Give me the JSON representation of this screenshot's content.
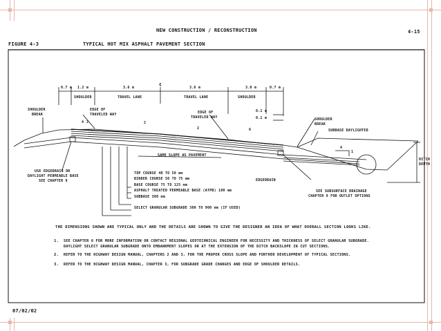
{
  "header": {
    "title": "NEW CONSTRUCTION / RECONSTRUCTION",
    "page_number": "4-15",
    "figure_label": "FIGURE  4-3",
    "figure_title": "TYPICAL HOT MIX ASPHALT  PAVEMENT SECTION"
  },
  "dimensions": {
    "d1": "0.7 m",
    "d2": "1.2 m",
    "d3": "3.6 m",
    "centerline": "¢",
    "d4": "3.6 m",
    "d5": "3.0 m",
    "d6": "0.7 m"
  },
  "lanes": {
    "shoulder_left": "SHOULDER",
    "travel_left": "TRAVEL LANE",
    "travel_right": "TRAVEL LANE",
    "shoulder_right": "SHOULDER"
  },
  "callouts": {
    "shoulder_break_left_1": "SHOULDER",
    "shoulder_break_left_2": "BREAK",
    "edge_traveled_left_1": "EDGE OF",
    "edge_traveled_left_2": "TRAVELED WAY",
    "edge_traveled_right_1": "EDGE OF",
    "edge_traveled_right_2": "TRAVELED WAY",
    "d_01_top": "0.1 m",
    "d_01_bot": "0.1 m",
    "shoulder_break_right_1": "SHOULDER",
    "shoulder_break_right_2": "BREAK",
    "subbase_daylighted": "SUBBASE DAYLIGHTED",
    "ditch_depth_1": "DITCH",
    "ditch_depth_2": "DEPTH",
    "same_slope": "SAME SLOPE AS PAVEMENT",
    "use_edgedrain_1": "USE EDGEDRAIN OR",
    "use_edgedrain_2": "DAYLIGHT PERMEABLE BASE",
    "use_edgedrain_3": "SEE CHAPTER 9",
    "edgedrain": "EDGEDRAIN",
    "subsurface_1": "SEE SUBSURFACE DRAINAGE",
    "subsurface_2": "CHAPTER 9 FOR OUTLET OPTIONS",
    "slope_4a": "4",
    "slope_2a": "2",
    "slope_2b": "2",
    "slope_2c": "2",
    "slope_6": "6",
    "slope_4b": "4",
    "slope_1": "1"
  },
  "layers": [
    "TOP COURSE 40 TO 50 mm",
    "BINDER COURSE 50 TO 75 mm",
    "BASE COURSE 75 TO 125 mm",
    "ASPHALT TREATED PERMEABLE BASE (ATPB) 100 mm",
    "SUBBASE 300 mm",
    "SELECT GRANULAR SUBGRADE 300 TO 900 mm (IF USED)"
  ],
  "notes": {
    "intro": "THE DIMENSIONS SHOWN ARE TYPICAL ONLY AND THE DETAILS ARE SHOWN TO GIVE THE DESIGNER AN IDEA OF WHAT OVERALL SECTION LOOKS LIKE.",
    "n1_num": "1.",
    "n1_line1": "SEE CHAPTER 6 FOR MORE INFORMATION OR CONTACT REGIONAL GEOTECHNICAL ENGINEER FOR NECESSITY AND THICKNESS OF SELECT GRANULAR SUBGRADE.",
    "n1_line2": "DAYLIGHT SELECT GRANULAR SUBGRADE ONTO EMBANKMENT SLOPES OR AT THE EXTENSION OF THE DITCH BACKSLOPE IN CUT SECTIONS.",
    "n2_num": "2.",
    "n2": "REFER TO THE HIGHWAY DESIGN MANUAL, CHAPTERS 2 AND 3, FOR THE PROPER CROSS SLOPE AND FURTHER DEVELOPMENT OF TYPICAL SECTIONS.",
    "n3_num": "3.",
    "n3": "REFER TO THE HIGHWAY DESIGN MANUAL, CHAPTER 3, FOR SUBGRADE GRADE CHANGES AND EDGE OF SHOULDER DETAILS."
  },
  "footer": {
    "date": "07/02/02"
  }
}
